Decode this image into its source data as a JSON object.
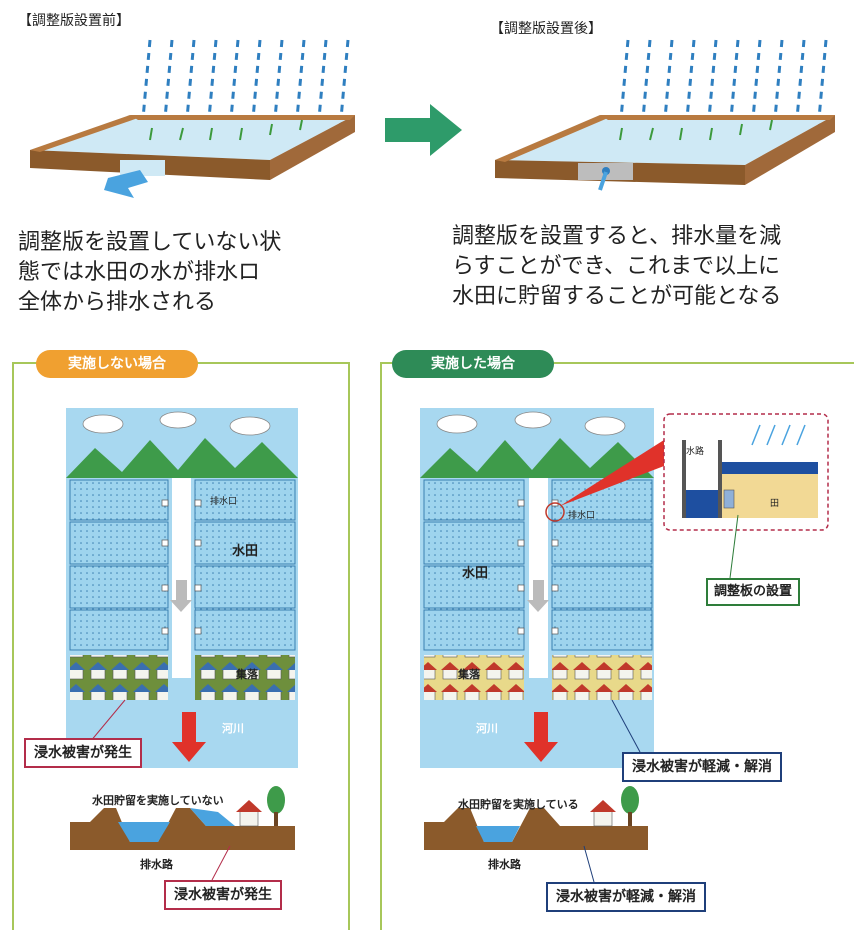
{
  "top": {
    "before_label": "【調整版設置前】",
    "after_label": "【調整版設置後】",
    "before_desc": [
      "調整版を設置していない状",
      "態では水田の水が排水ロ",
      "全体から排水される"
    ],
    "after_desc": [
      "調整版を設置すると、排水量を減",
      "らすことができ、これまで以上に",
      "水田に貯留することが可能となる"
    ]
  },
  "left_panel": {
    "pill": "実施しない場合",
    "paddy": "水田",
    "outlet": "排水口",
    "village": "集落",
    "river": "河川",
    "channel": "排水路",
    "damage_box": "浸水被害が発生",
    "status": "水田貯留を実施していない",
    "ditch": "排水路",
    "damage_box2": "浸水被害が発生"
  },
  "right_panel": {
    "pill": "実施した場合",
    "paddy": "水田",
    "outlet": "排水口",
    "village": "集落",
    "river": "河川",
    "channel": "排水路",
    "inset_channel": "水路",
    "inset_field": "田",
    "board_box": "調整板の設置",
    "reduce_box": "浸水被害が軽減・解消",
    "status": "水田貯留を実施している",
    "ditch": "排水路",
    "reduce_box2": "浸水被害が軽減・解消"
  },
  "colors": {
    "orange": "#f0a030",
    "green": "#2e8b57",
    "sky": "#a8d8f0",
    "paddy": "#9ed4ee",
    "soil": "#8b5a2b",
    "village": "#d9c87a",
    "red_arrow": "#e0322a"
  }
}
